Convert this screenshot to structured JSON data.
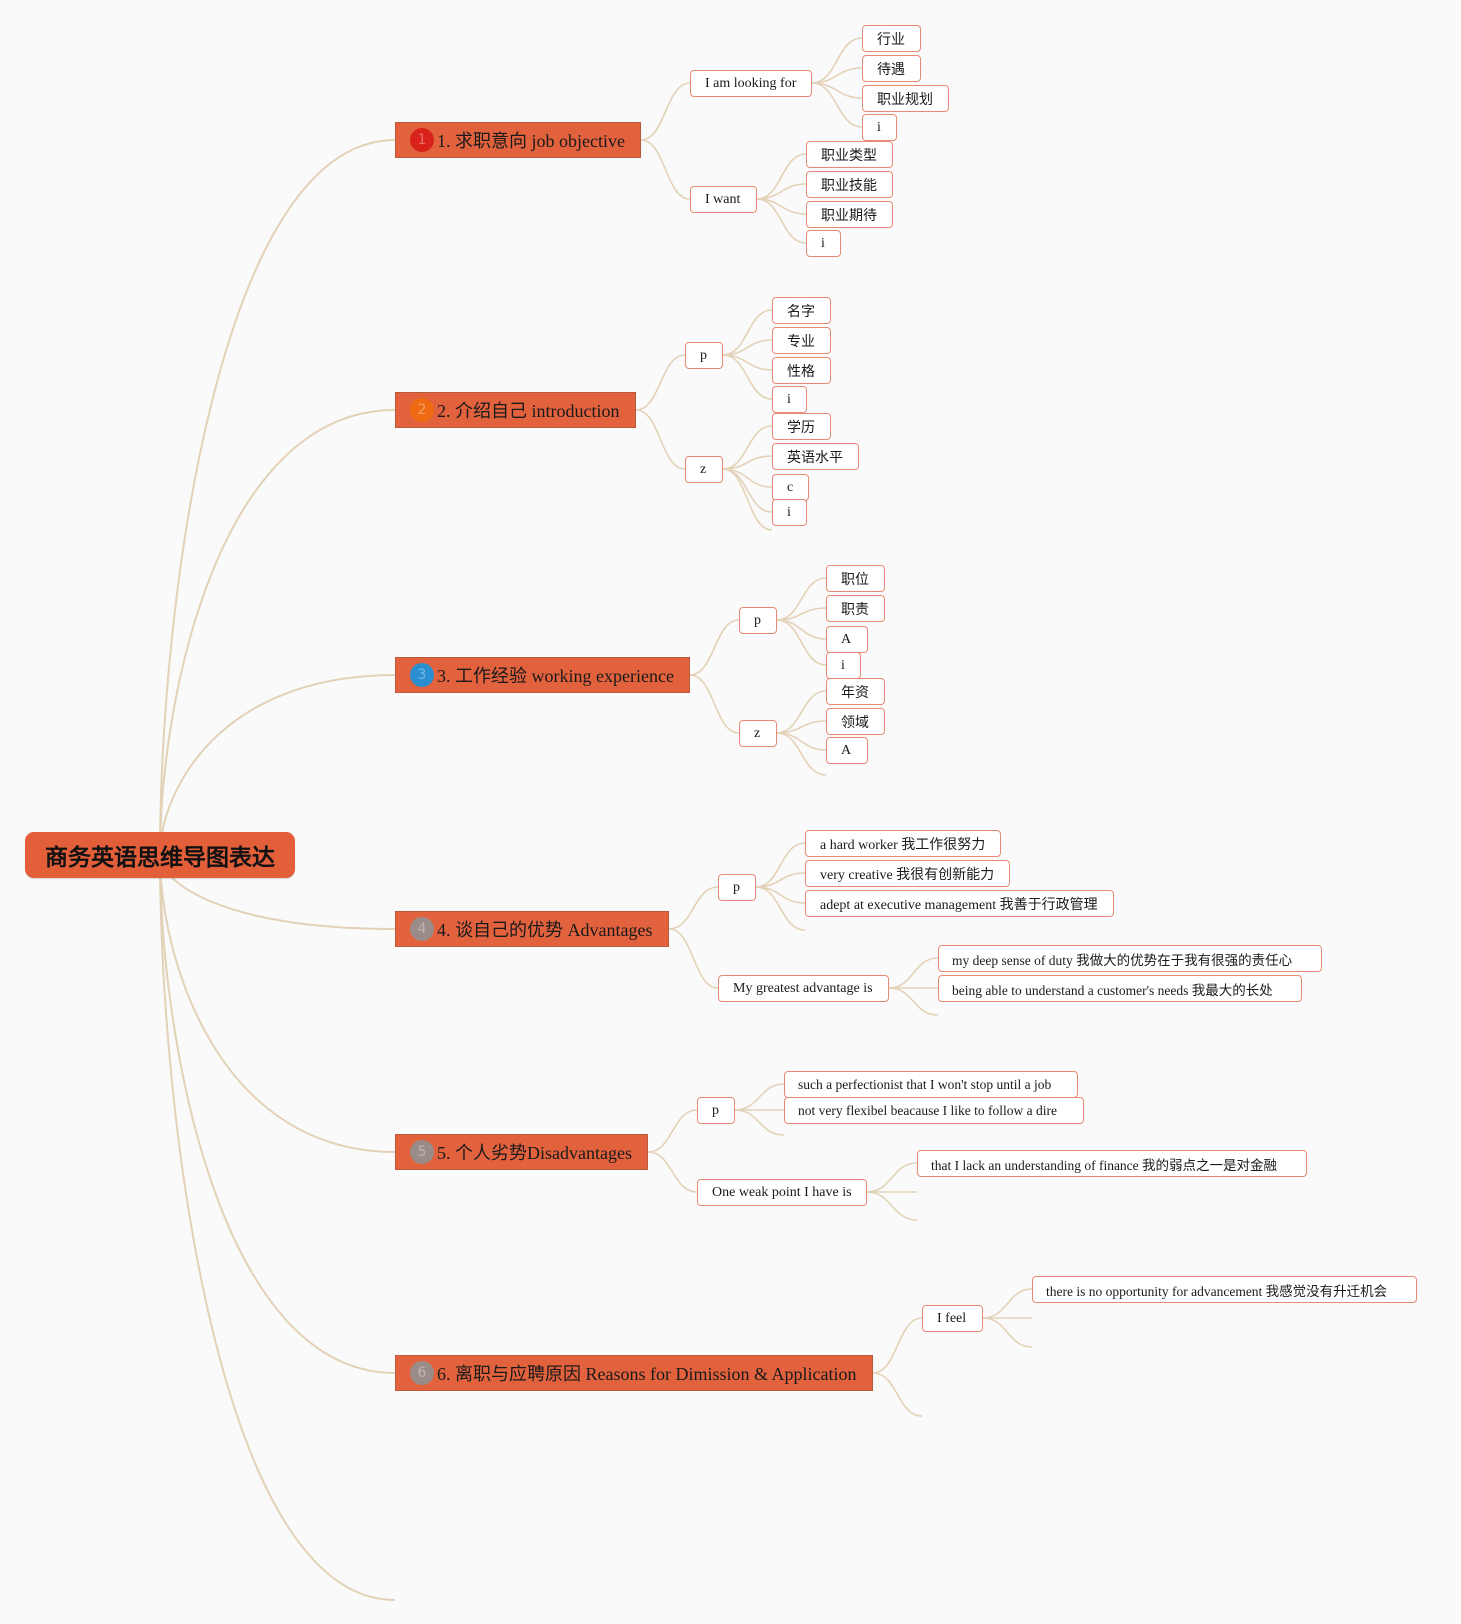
{
  "root": {
    "label": "商务英语思维导图表达"
  },
  "branches": [
    {
      "label": "1. 求职意向 job objective",
      "marker": "1",
      "marker_color": "#d9221a"
    },
    {
      "label": "2. 介绍自己 introduction",
      "marker": "2",
      "marker_color": "#ef6a13"
    },
    {
      "label": "3. 工作经验 working experience",
      "marker": "3",
      "marker_color": "#2a8fd0"
    },
    {
      "label": "4. 谈自己的优势 Advantages",
      "marker": "4",
      "marker_color": "#9a8c88"
    },
    {
      "label": "5. 个人劣势Disadvantages",
      "marker": "5",
      "marker_color": "#9a8c88"
    },
    {
      "label": "6. 离职与应聘原因 Reasons for Dimission & Application",
      "marker": "6",
      "marker_color": "#9a8c88"
    }
  ],
  "nodes": {
    "b1_looking": "I am looking for",
    "b1_hangye": "行业",
    "b1_daiyu": "待遇",
    "b1_guihua": "职业规划",
    "b1_i1": "i",
    "b1_want": "I want",
    "b1_leixing": "职业类型",
    "b1_jineng": "职业技能",
    "b1_qidai": "职业期待",
    "b1_i2": "i",
    "b2_p": "p",
    "b2_mingzi": "名字",
    "b2_zhuanye": "专业",
    "b2_xingge": "性格",
    "b2_i1": "i",
    "b2_z": "z",
    "b2_xueli": "学历",
    "b2_yingyu": "英语水平",
    "b2_c": "c",
    "b2_i2": "i",
    "b3_p": "p",
    "b3_zhiwei": "职位",
    "b3_zhize": "职责",
    "b3_A1": "A",
    "b3_i": "i",
    "b3_z": "z",
    "b3_nianzi": "年资",
    "b3_lingyu": "领域",
    "b3_A2": "A",
    "b4_p": "p",
    "b4_hard": "a hard worker 我工作很努力",
    "b4_creative": "very creative 我很有创新能力",
    "b4_adept": "adept at executive management 我善于行政管理",
    "b4_greatest": "My greatest advantage is",
    "b4_duty": "my deep sense of duty 我做大的优势在于我有很强的责任心",
    "b4_understand": "being able to understand a customer's needs 我最大的长处",
    "b5_p": "p",
    "b5_perfectionist": "such a perfectionist that I won't stop until a job",
    "b5_flexibel": "not very flexibel beacause I like to follow a dire",
    "b5_weak": "One weak point I have is",
    "b5_finance": "that I lack an understanding of finance 我的弱点之一是对金融",
    "b6_feel": "I feel",
    "b6_opportunity": "there is no opportunity for advancement 我感觉没有升迁机会"
  },
  "colors": {
    "branch_fill": "#e2623e",
    "leaf_border": "#e68a75",
    "edge": "#e3d2b8",
    "background": "#fafafa"
  }
}
